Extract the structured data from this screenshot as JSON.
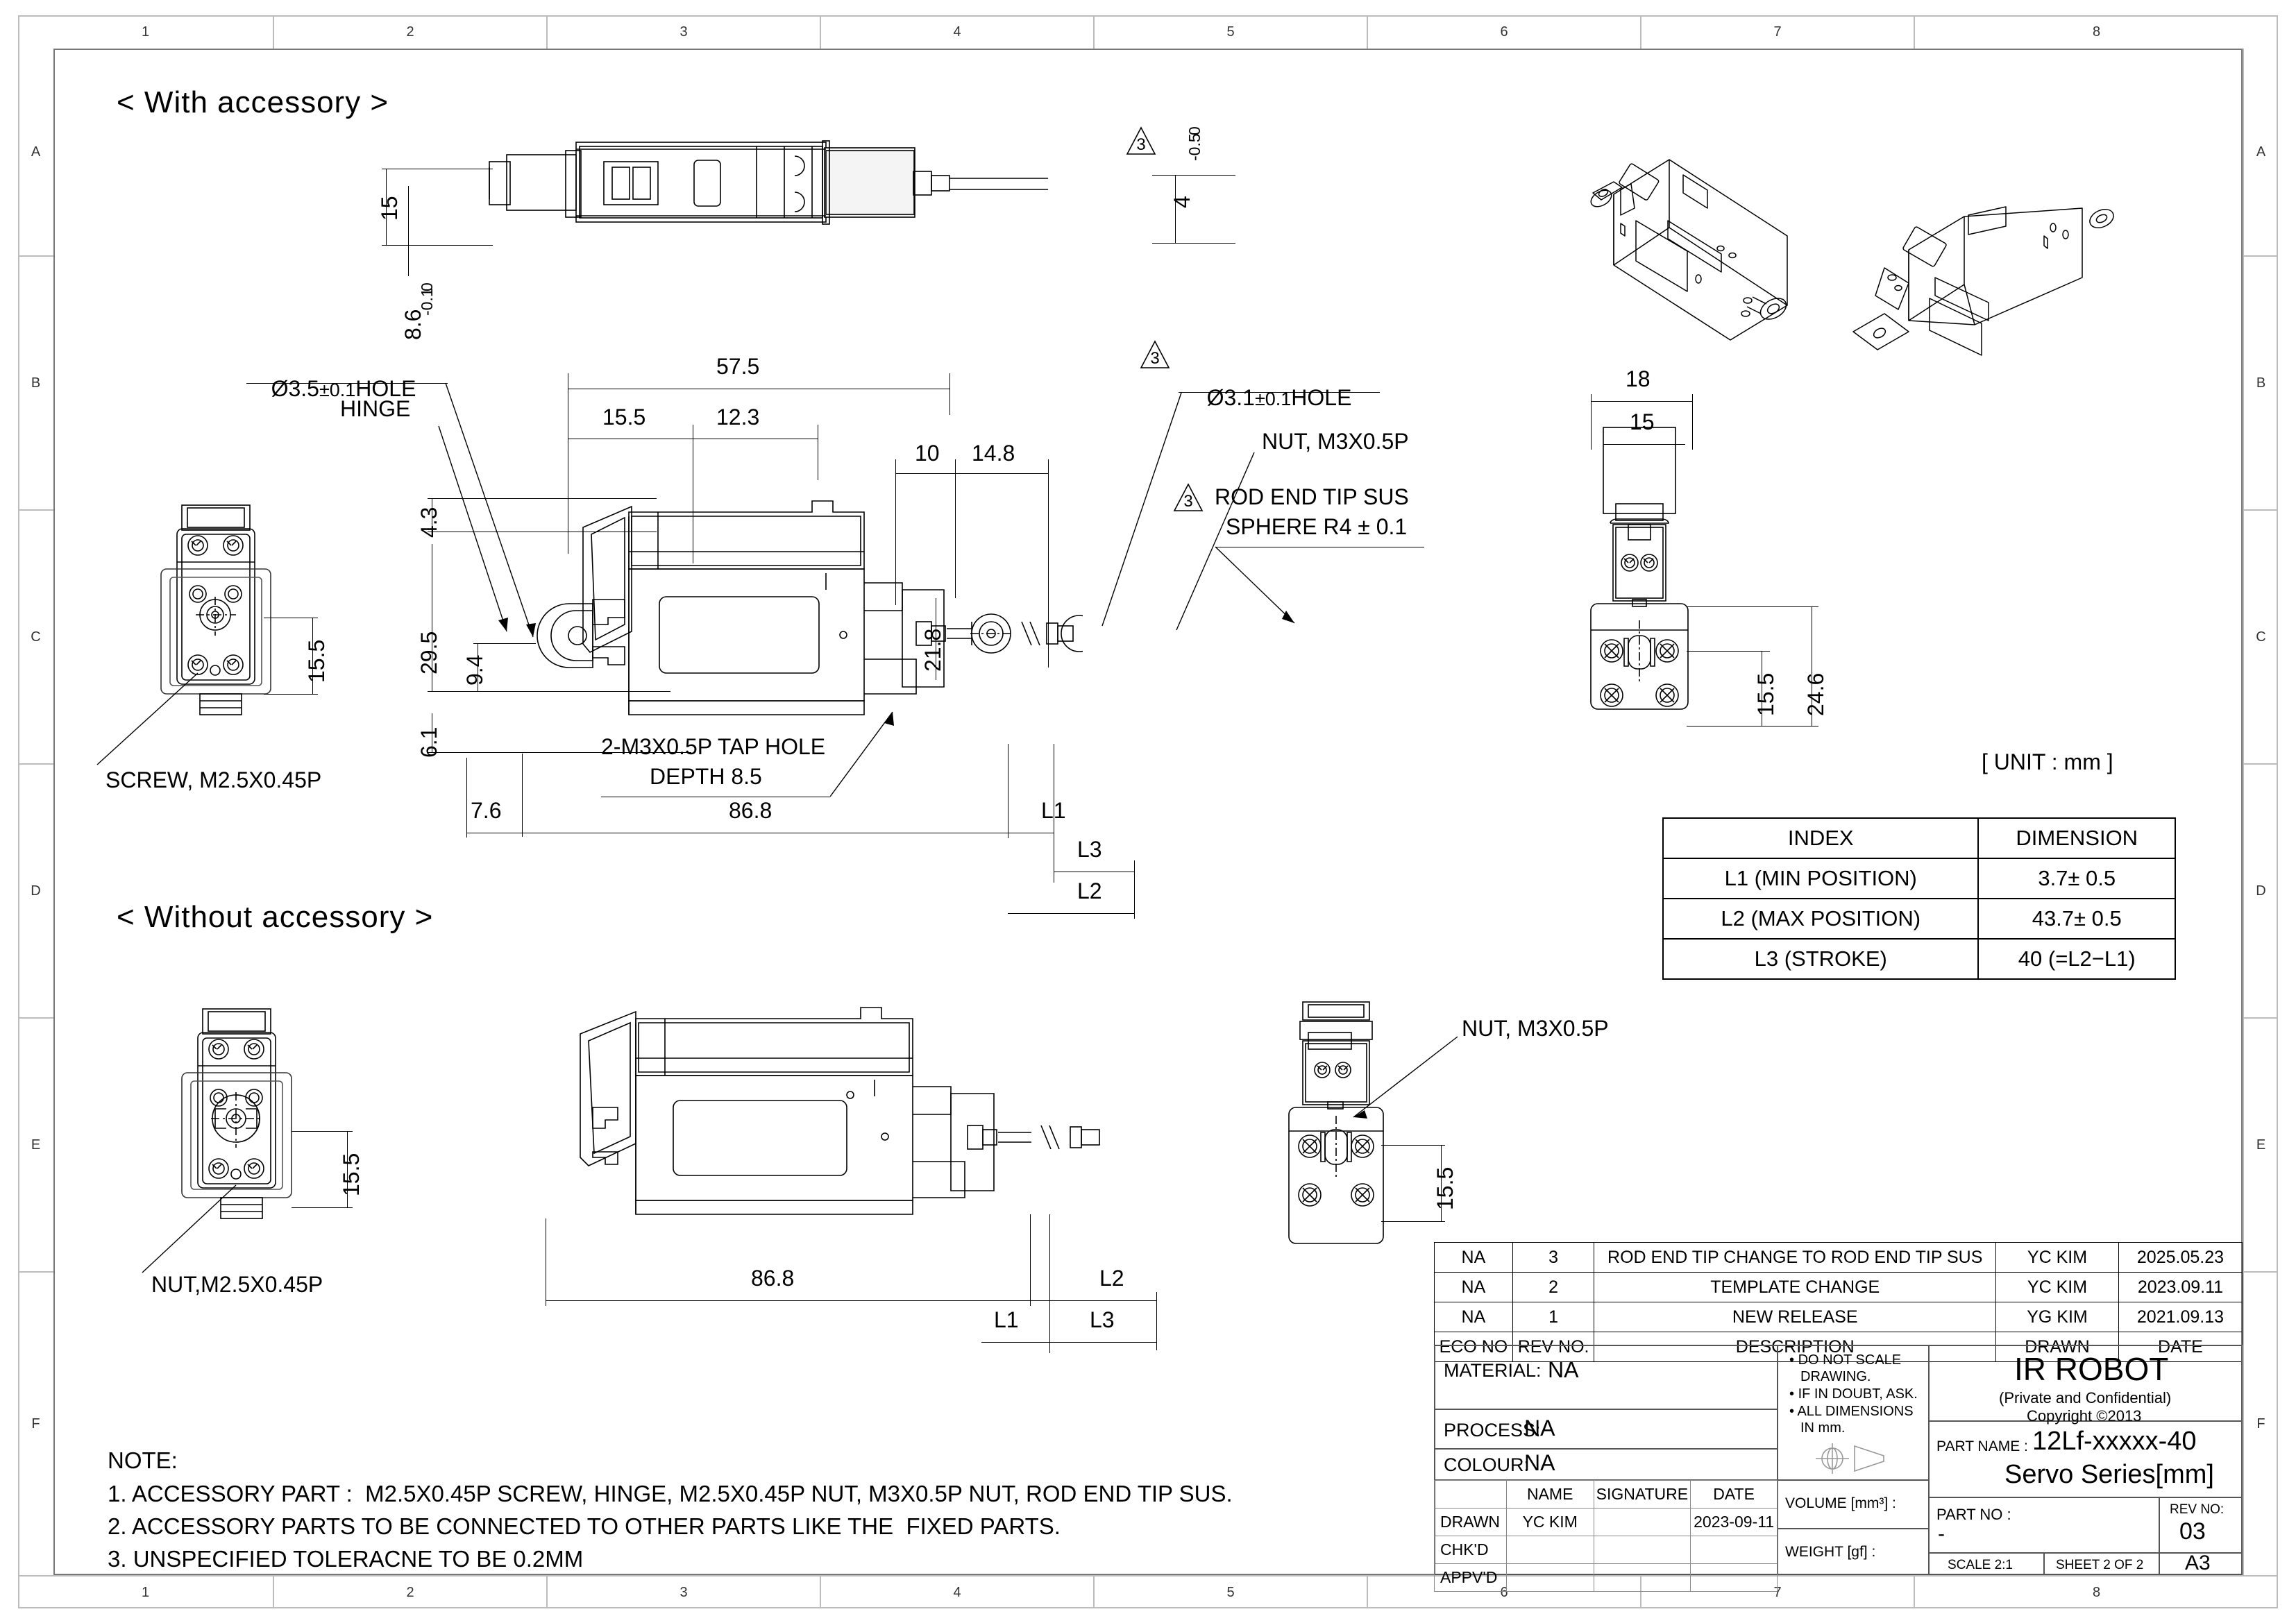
{
  "sheet": {
    "zone_columns": [
      "1",
      "2",
      "3",
      "4",
      "5",
      "6",
      "7",
      "8"
    ],
    "zone_rows": [
      "A",
      "B",
      "C",
      "D",
      "E",
      "F"
    ],
    "unit_note": "[ UNIT : mm ]"
  },
  "views": {
    "with_accessory_title": "< With accessory >",
    "without_accessory_title": "< Without accessory >"
  },
  "annotations": {
    "hole_3_5": "Ø3.5",
    "hole_3_5_tol": "±0.1",
    "hole_3_5_suffix": "HOLE",
    "hinge": "HINGE",
    "screw_m25": "SCREW, M2.5X0.45P",
    "nut_m25": "NUT,M2.5X0.45P",
    "hole_3_1": "Ø3.1",
    "hole_3_1_tol": "±0.1",
    "hole_3_1_suffix": "HOLE",
    "nut_m3": "NUT, M3X0.5P",
    "nut_m3_b": "NUT, M3X0.5P",
    "rod_end_line1": "ROD END TIP SUS",
    "rod_end_line2": "SPHERE R4 ± 0.1",
    "tap_hole_line1": "2-M3X0.5P TAP HOLE",
    "tap_hole_line2": "DEPTH 8.5",
    "flag_3": "3"
  },
  "dimensions": {
    "d15_top": "15",
    "d86_tol_num": "8.6",
    "d86_tol_up": "0",
    "d86_tol_lo": "-0.1",
    "d4_tol_num": "4",
    "d4_tol_up": "0",
    "d4_tol_lo": "-0.5",
    "d57_5": "57.5",
    "d15_5a": "15.5",
    "d12_3": "12.3",
    "d10": "10",
    "d14_8": "14.8",
    "d4_3": "4.3",
    "d29_5": "29.5",
    "d9_4": "9.4",
    "d6_1": "6.1",
    "d21_8": "21.8",
    "d7_6": "7.6",
    "d86_8": "86.8",
    "d86_8b": "86.8",
    "d15_5_left": "15.5",
    "d15_5_left_b": "15.5",
    "d18": "18",
    "d15_right": "15",
    "d15_5_right": "15.5",
    "d24_6": "24.6",
    "d15_5_bot": "15.5",
    "L1": "L1",
    "L2": "L2",
    "L3": "L3",
    "L1b": "L1",
    "L2b": "L2",
    "L3b": "L3"
  },
  "dimension_table": {
    "headers": [
      "INDEX",
      "DIMENSION"
    ],
    "rows": [
      [
        "L1 (MIN POSITION)",
        "3.7± 0.5"
      ],
      [
        "L2 (MAX POSITION)",
        "43.7± 0.5"
      ],
      [
        "L3 (STROKE)",
        "40 (=L2−L1)"
      ]
    ]
  },
  "revision_table": {
    "headers": [
      "ECO NO",
      "REV NO.",
      "DESCRIPTION",
      "DRAWN",
      "DATE"
    ],
    "rows": [
      [
        "NA",
        "3",
        "ROD END TIP CHANGE TO ROD END TIP SUS",
        "YC KIM",
        "2025.05.23"
      ],
      [
        "NA",
        "2",
        "TEMPLATE CHANGE",
        "YC KIM",
        "2023.09.11"
      ],
      [
        "NA",
        "1",
        "NEW RELEASE",
        "YG KIM",
        "2021.09.13"
      ]
    ]
  },
  "title_block": {
    "material_label": "MATERIAL:",
    "material_value": "NA",
    "process_label": "PROCESS:",
    "process_value": "NA",
    "colour_label": "COLOUR:",
    "colour_value": "NA",
    "warnings": [
      "DO NOT SCALE",
      "DRAWING.",
      "IF IN DOUBT, ASK.",
      "ALL DIMENSIONS",
      "IN mm."
    ],
    "company": "IR ROBOT",
    "confidential": "(Private and Confidential)",
    "copyright": "Copyright ©2013",
    "part_name_label": "PART NAME :",
    "part_name_value": "12Lf-xxxxx-40",
    "series": "Servo Series[mm]",
    "part_no_label": "PART NO :",
    "part_no_value": "-",
    "rev_no_label": "REV NO:",
    "rev_no_value": "03",
    "scale": "SCALE 2:1",
    "sheet": "SHEET 2 OF 2",
    "size": "A3",
    "volume_label": "VOLUME [mm³] :",
    "weight_label": "WEIGHT [gf] :",
    "sign_headers": [
      "",
      "NAME",
      "SIGNATURE",
      "DATE"
    ],
    "sign_rows": [
      [
        "DRAWN",
        "YC KIM",
        "",
        "2023-09-11"
      ],
      [
        "CHK'D",
        "",
        "",
        ""
      ],
      [
        "APPV'D",
        "",
        "",
        ""
      ]
    ]
  },
  "notes": {
    "heading": "NOTE:",
    "lines": [
      "1. ACCESSORY PART :  M2.5X0.45P SCREW, HINGE, M2.5X0.45P NUT, M3X0.5P NUT, ROD END TIP SUS.",
      "2. ACCESSORY PARTS TO BE CONNECTED TO OTHER PARTS LIKE THE  FIXED PARTS.",
      "3. UNSPECIFIED TOLERACNE TO BE 0.2MM"
    ]
  }
}
